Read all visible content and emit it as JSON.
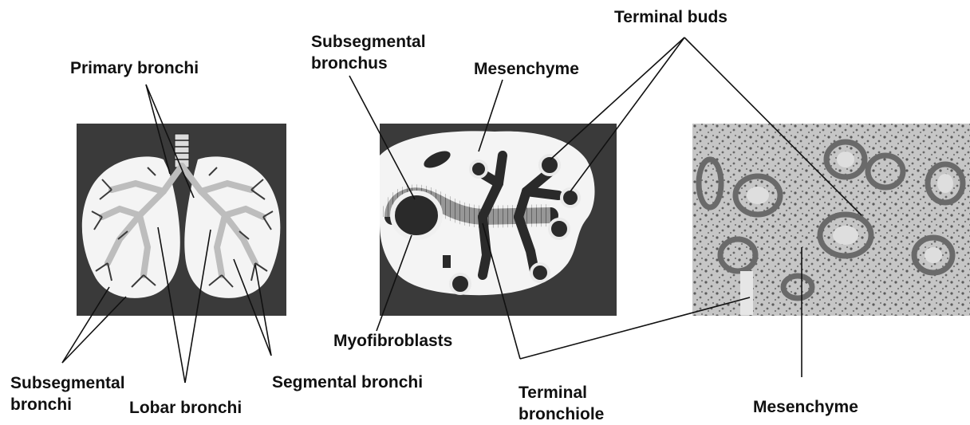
{
  "labels": {
    "primary_bronchi": "Primary bronchi",
    "subsegmental_bronchi_line1": "Subsegmental",
    "subsegmental_bronchi_line2": "bronchi",
    "lobar_bronchi": "Lobar bronchi",
    "segmental_bronchi": "Segmental bronchi",
    "subsegmental_bronchus_line1": "Subsegmental",
    "subsegmental_bronchus_line2": "bronchus",
    "mesenchyme_top": "Mesenchyme",
    "myofibroblasts": "Myofibroblasts",
    "terminal_bronchiole_line1": "Terminal",
    "terminal_bronchiole_line2": "bronchiole",
    "terminal_buds": "Terminal buds",
    "mesenchyme_bottom": "Mesenchyme"
  },
  "colors": {
    "panel_dark": "#3a3a3a",
    "tissue_light": "#f4f4f4",
    "airway_dark": "#2a2a2a",
    "histology_bg": "#c9c9c9",
    "line": "#111111"
  }
}
